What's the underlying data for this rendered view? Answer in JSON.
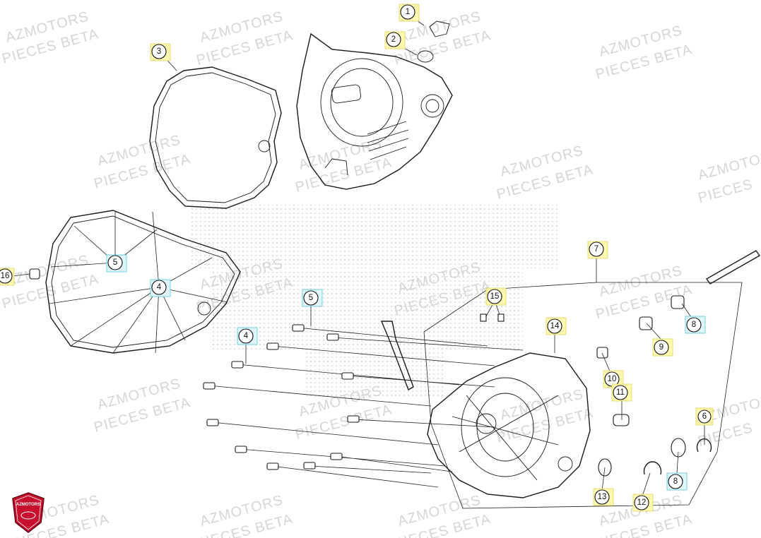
{
  "watermark": {
    "line1": "AZMOTORS",
    "line2": "PIECES BETA",
    "line2_alt": "PIECES"
  },
  "logo": {
    "text": "AZMOTORS",
    "color": "#c8102e"
  },
  "callouts": [
    {
      "id": "c1",
      "label": "1",
      "style": "yellow"
    },
    {
      "id": "c2",
      "label": "2",
      "style": "yellow"
    },
    {
      "id": "c3",
      "label": "3",
      "style": "yellow"
    },
    {
      "id": "c4a",
      "label": "4",
      "style": "blue"
    },
    {
      "id": "c4b",
      "label": "4",
      "style": "blue"
    },
    {
      "id": "c5a",
      "label": "5",
      "style": "blue"
    },
    {
      "id": "c5b",
      "label": "5",
      "style": "blue"
    },
    {
      "id": "c6",
      "label": "6",
      "style": "yellow"
    },
    {
      "id": "c7",
      "label": "7",
      "style": "yellow"
    },
    {
      "id": "c8a",
      "label": "8",
      "style": "blue"
    },
    {
      "id": "c8b",
      "label": "8",
      "style": "blue"
    },
    {
      "id": "c9",
      "label": "9",
      "style": "yellow"
    },
    {
      "id": "c10",
      "label": "10",
      "style": "yellow"
    },
    {
      "id": "c11",
      "label": "11",
      "style": "yellow"
    },
    {
      "id": "c12",
      "label": "12",
      "style": "yellow"
    },
    {
      "id": "c13",
      "label": "13",
      "style": "yellow"
    },
    {
      "id": "c14",
      "label": "14",
      "style": "yellow"
    },
    {
      "id": "c15",
      "label": "15",
      "style": "yellow"
    },
    {
      "id": "c16",
      "label": "16",
      "style": "yellow"
    }
  ],
  "colors": {
    "highlight_yellow": "#fff9b0",
    "highlight_blue": "#dff6fb",
    "line": "#1a1a1a",
    "watermark": "#d6d6d6"
  }
}
